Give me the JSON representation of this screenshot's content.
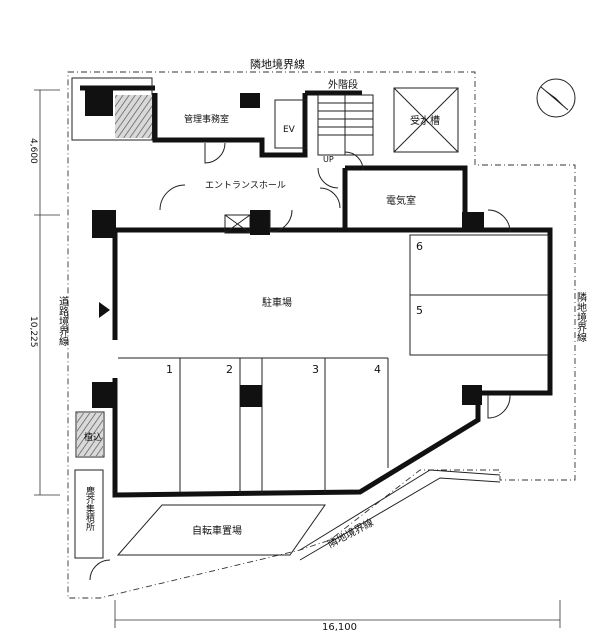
{
  "labels": {
    "boundary_top": "隣地境界線",
    "boundary_right": "隣地境界線",
    "boundary_bottom": "隣地境界線",
    "road_boundary": "道路境界線",
    "outer_stairs": "外階段",
    "management_office": "管理事務室",
    "ev": "EV",
    "up": "UP",
    "water_tank": "受水槽",
    "entrance_hall": "エントランスホール",
    "electrical_room": "電気室",
    "parking": "駐車場",
    "bicycle_parking": "自転車置場",
    "garbage": "塵芥集積所",
    "planting": "植込"
  },
  "parking_spaces": [
    "1",
    "2",
    "3",
    "4",
    "5",
    "6"
  ],
  "dimensions": {
    "d1": "4,600",
    "d2": "10,225",
    "d3": "16,100"
  },
  "icons": {
    "north": "north-arrow-icon",
    "entry": "entry-arrow-icon"
  }
}
